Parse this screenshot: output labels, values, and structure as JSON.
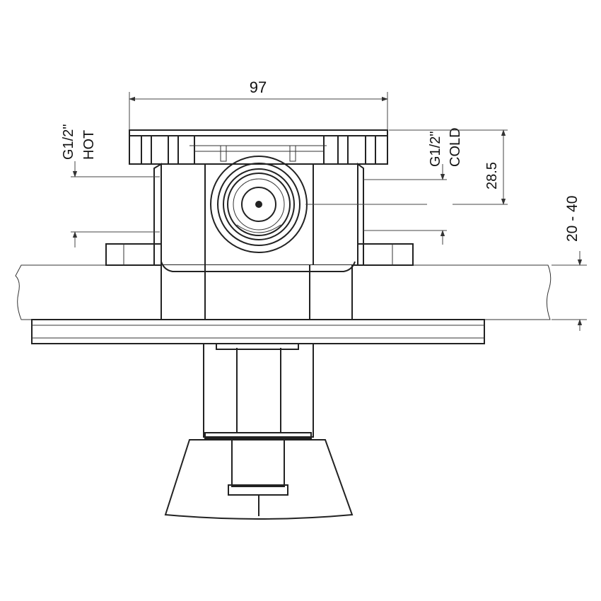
{
  "dimensions": {
    "width": "97",
    "offset": "28.5",
    "wall_range": "20 - 40"
  },
  "connections": {
    "hot_thread": "G1/2\"",
    "hot_label": "HOT",
    "cold_thread": "G1/2\"",
    "cold_label": "COLD"
  },
  "colors": {
    "line": "#222222",
    "hatch": "#666666",
    "background": "#ffffff"
  }
}
